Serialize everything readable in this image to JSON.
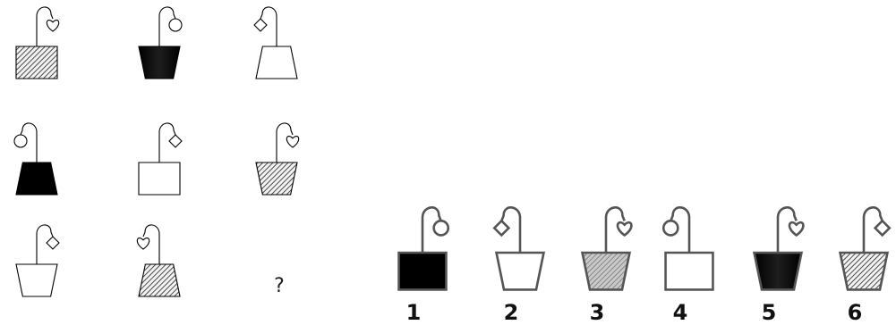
{
  "puzzle": {
    "question_mark": "?",
    "grid": [
      [
        {
          "pot": "rect",
          "fill": "hatch",
          "flower": "heart",
          "side": "right"
        },
        {
          "pot": "trapezoid-inverted",
          "fill": "black-gradient",
          "flower": "circle",
          "side": "right"
        },
        {
          "pot": "trapezoid",
          "fill": "white",
          "flower": "diamond",
          "side": "left"
        }
      ],
      [
        {
          "pot": "trapezoid",
          "fill": "black",
          "flower": "circle",
          "side": "left"
        },
        {
          "pot": "rect",
          "fill": "white",
          "flower": "diamond",
          "side": "right"
        },
        {
          "pot": "trapezoid-inverted",
          "fill": "hatch",
          "flower": "heart",
          "side": "right"
        }
      ],
      [
        {
          "pot": "trapezoid-inverted",
          "fill": "white",
          "flower": "diamond",
          "side": "right"
        },
        {
          "pot": "trapezoid",
          "fill": "hatch",
          "flower": "heart",
          "side": "left"
        }
      ]
    ],
    "options": [
      {
        "number": "1",
        "pot": "rect",
        "fill": "black",
        "flower": "circle",
        "side": "right"
      },
      {
        "number": "2",
        "pot": "trapezoid-inverted",
        "fill": "white",
        "flower": "diamond",
        "side": "left"
      },
      {
        "number": "3",
        "pot": "trapezoid-inverted",
        "fill": "gray",
        "flower": "heart",
        "side": "right"
      },
      {
        "number": "4",
        "pot": "rect",
        "fill": "white",
        "flower": "circle",
        "side": "left"
      },
      {
        "number": "5",
        "pot": "trapezoid-inverted",
        "fill": "black-gradient",
        "flower": "heart",
        "side": "right"
      },
      {
        "number": "6",
        "pot": "trapezoid-inverted",
        "fill": "hatch",
        "flower": "diamond",
        "side": "right"
      }
    ]
  }
}
